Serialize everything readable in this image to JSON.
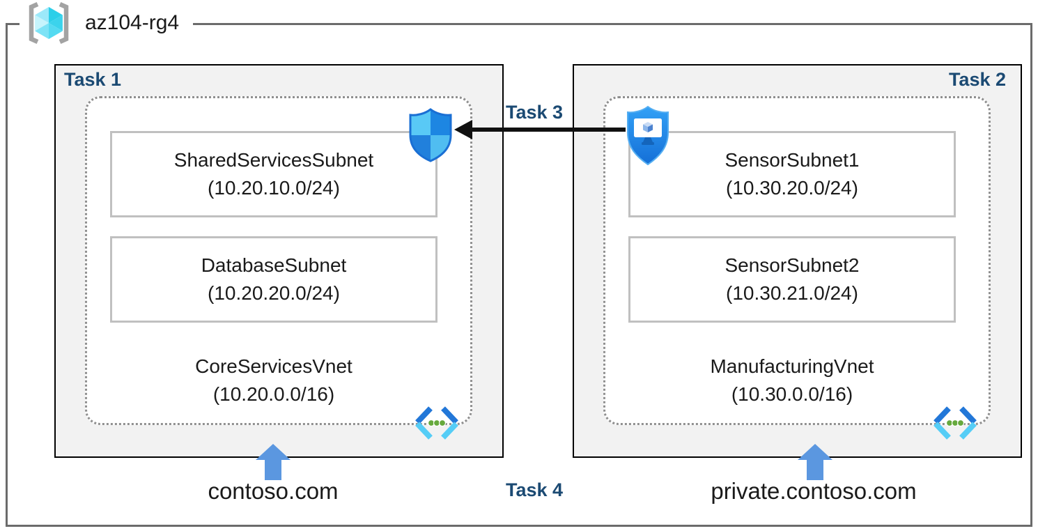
{
  "resource_group": {
    "name": "az104-rg4"
  },
  "task_labels": {
    "task1": "Task 1",
    "task2": "Task 2",
    "task3": "Task 3",
    "task4": "Task 4"
  },
  "left_zone": {
    "vnet_name": "CoreServicesVnet",
    "vnet_cidr": "(10.20.0.0/16)",
    "subnets": [
      {
        "name": "SharedServicesSubnet",
        "cidr": "(10.20.10.0/24)"
      },
      {
        "name": "DatabaseSubnet",
        "cidr": "(10.20.20.0/24)"
      }
    ],
    "dns_zone": "contoso.com"
  },
  "right_zone": {
    "vnet_name": "ManufacturingVnet",
    "vnet_cidr": "(10.30.0.0/16)",
    "subnets": [
      {
        "name": "SensorSubnet1",
        "cidr": "(10.30.20.0/24)"
      },
      {
        "name": "SensorSubnet2",
        "cidr": "(10.30.21.0/24)"
      }
    ],
    "dns_zone": "private.contoso.com"
  },
  "icons": {
    "resource_group": "resource-group-icon",
    "security_shield": "defender-shield-icon",
    "bastion": "bastion-shield-icon",
    "virtual_network": "virtual-network-icon",
    "peering_arrow": "black-left-arrow",
    "dns_arrow": "blue-up-arrow"
  },
  "colors": {
    "task_label": "#1b4a73",
    "box_background": "#f2f2f2",
    "frame_border": "#6b6b6b",
    "dotted_border": "#8f8f8f",
    "subnet_border": "#c0c0c0",
    "arrow_blue": "#5b97e0",
    "arrow_black": "#111111"
  }
}
